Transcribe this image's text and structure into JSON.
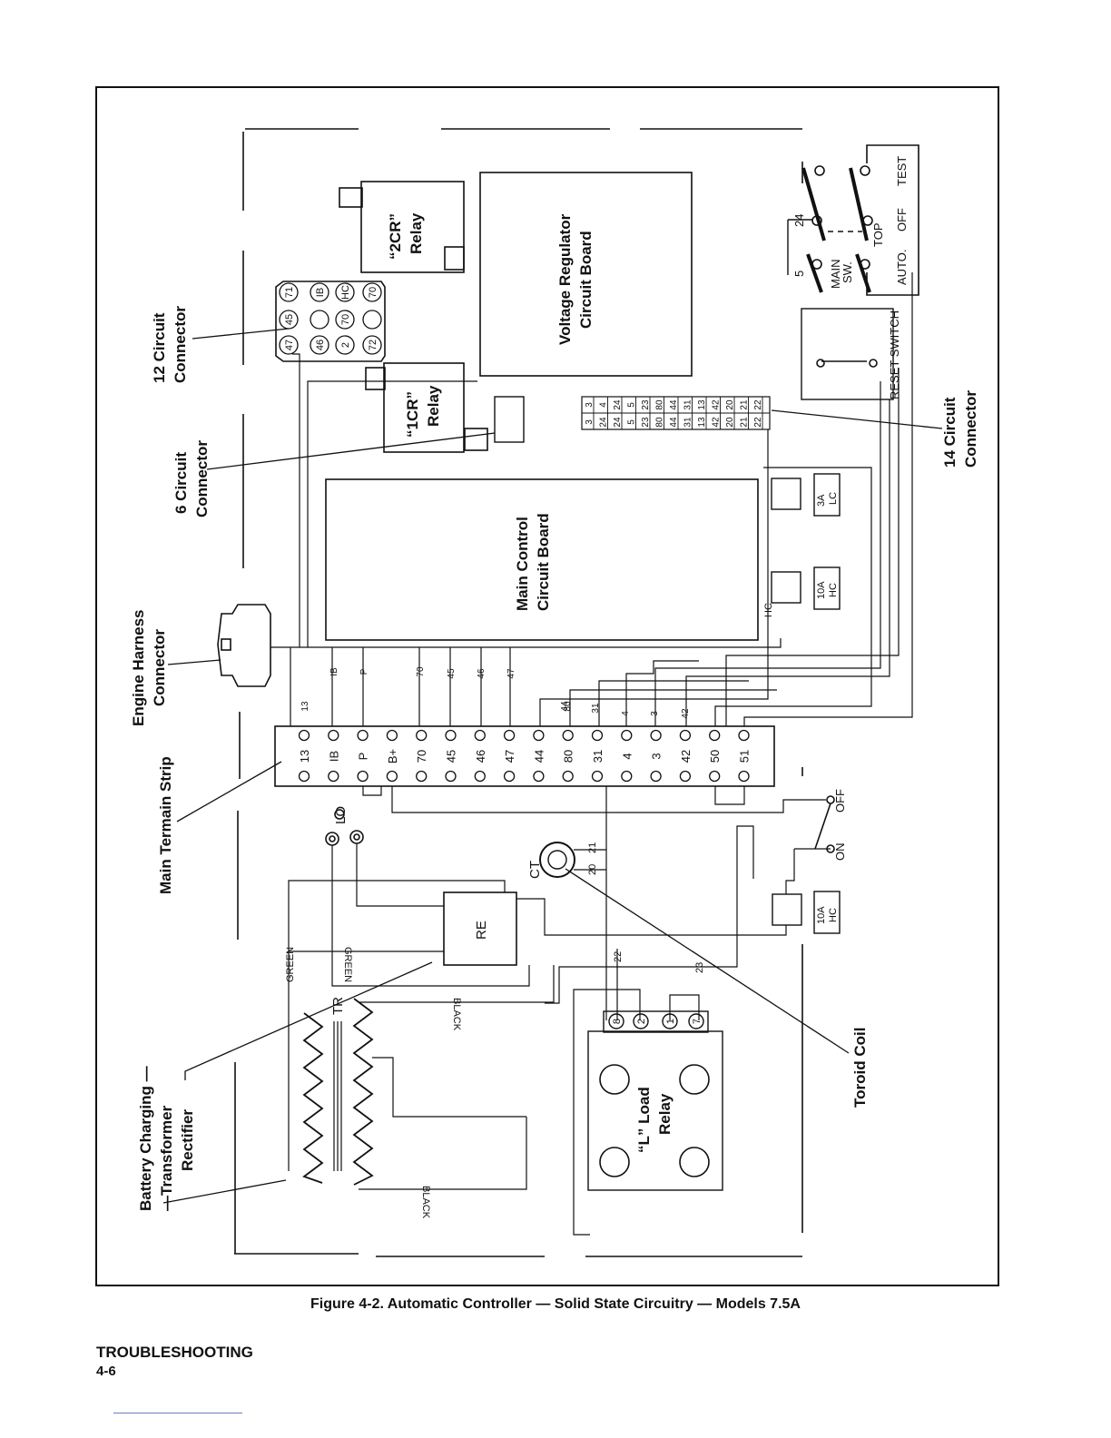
{
  "diagram": {
    "figure_caption": "Figure 4-2. Automatic Controller — Solid State Circuitry — Models 7.5A",
    "footer": {
      "section": "TROUBLESHOOTING",
      "page": "4-6"
    },
    "callouts": {
      "twelve_circuit": [
        "12 Circuit",
        "Connector"
      ],
      "six_circuit": [
        "6 Circuit",
        "Connector"
      ],
      "engine_harness": [
        "Engine Harness",
        "Connector"
      ],
      "main_terminal_strip": "Main Termain Strip",
      "battery_charging": [
        "Battery Charging —",
        "—Transformer",
        "Rectifier"
      ],
      "toroid_coil": "Toroid Coil",
      "fourteen_circuit": [
        "14 Circuit",
        "Connector"
      ]
    },
    "components": {
      "relay_2cr": [
        "“2CR”",
        "Relay"
      ],
      "relay_1cr": [
        "“1CR”",
        "Relay"
      ],
      "voltage_regulator": [
        "Voltage Regulator",
        "Circuit Board"
      ],
      "main_control": [
        "Main Control",
        "Circuit Board"
      ],
      "load_relay": [
        "“L” Load",
        "Relay"
      ],
      "transformer": "TR",
      "rectifier": "RE",
      "current_transformer": "CT",
      "lo": "LO"
    },
    "twelve_pin_labels": [
      "71",
      "IB",
      "HC",
      "70",
      "45",
      "",
      "70",
      "",
      "47",
      "46",
      "2",
      "72"
    ],
    "terminal_strip": [
      "13",
      "IB",
      "P",
      "B+",
      "70",
      "45",
      "46",
      "47",
      "44",
      "80",
      "31",
      "4",
      "3",
      "42",
      "50",
      "51"
    ],
    "strip_wire_labels": [
      "13",
      "IB",
      "P",
      "70",
      "45",
      "46",
      "47",
      "44",
      "80",
      "31",
      "4",
      "3",
      "42"
    ],
    "fourteen_pin_outer": [
      "3",
      "4",
      "24",
      "5",
      "23",
      "80",
      "44",
      "31",
      "13",
      "42",
      "20",
      "21",
      "22"
    ],
    "fourteen_pin_inner": [
      "3",
      "24",
      "24",
      "5",
      "23",
      "80",
      "44",
      "31",
      "13",
      "42",
      "20",
      "21",
      "22"
    ],
    "fuses": {
      "lc": [
        "3A",
        "LC"
      ],
      "hc_upper": [
        "10A",
        "HC"
      ],
      "hc_lower": [
        "10A",
        "HC"
      ],
      "hc_wire": "HC"
    },
    "switches": {
      "test": "TEST",
      "off": "OFF",
      "auto": "AUTO.",
      "top": "TOP",
      "main_sw": [
        "MAIN",
        "SW."
      ],
      "reset": "RESET SWITCH",
      "on": "ON",
      "off2": "OFF",
      "wire_24": "24",
      "wire_5": "5"
    },
    "wires": {
      "green_1": "GREEN",
      "green_2": "GREEN",
      "black_1": "BLACK",
      "black_2": "BLACK",
      "ct_21": "21",
      "ct_20": "20",
      "w22": "22",
      "w23": "23"
    },
    "load_relay_pins": [
      "8",
      "2",
      "1",
      "7"
    ]
  }
}
